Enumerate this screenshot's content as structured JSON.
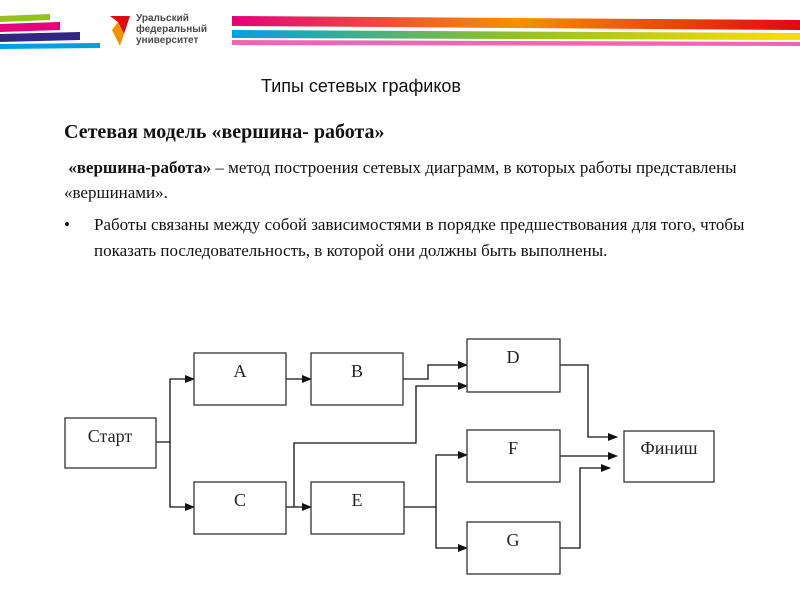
{
  "header": {
    "logo_text": "Уральский\nфедеральный\nуниверситет"
  },
  "slide": {
    "title": "Типы сетевых графиков",
    "heading": "Сетевая модель «вершина- работа»",
    "definition_term": "«вершина-работа»",
    "definition_rest": " – метод построения сетевых диаграмм, в которых работы представлены «вершинами».",
    "bullet": "Работы связаны между собой зависимостями в порядке предшествования для того, чтобы показать последовательность, в которой они должны быть выполнены."
  },
  "diagram": {
    "nodes": {
      "start": "Старт",
      "a": "A",
      "b": "B",
      "c": "C",
      "d": "D",
      "e": "E",
      "f": "F",
      "g": "G",
      "finish": "Финиш"
    }
  }
}
